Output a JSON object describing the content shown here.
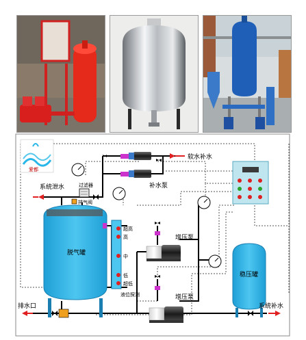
{
  "photos": {
    "photo1": "red tank and pump unit",
    "photo2": "stainless pressure tank",
    "photo3": "blue tank with two pumps"
  },
  "logo": {
    "text": "爱都"
  },
  "labels": {
    "deaerator_tank": "脱气罐",
    "stabilizer_tank": "稳压罐",
    "make_up_pump": "补水泵",
    "booster_pump_1": "增压泵",
    "booster_pump_2": "增压泵",
    "soft_water": "软水补水",
    "system_drain": "系统泄水",
    "filter": "过滤器",
    "exhaust_valve": "排气阀",
    "drain_outlet": "排水口",
    "system_makeup": "系统补水",
    "level_probe": "液位探测"
  },
  "level_marks": {
    "ultra_high": "超高",
    "high": "高",
    "mid": "中",
    "low": "低",
    "ultra_low": "超低"
  },
  "colors": {
    "tank": "#29b6e8",
    "tank_dark": "#1a8cc0",
    "pipe": "#000000",
    "valve": "#cc33cc",
    "arrow": "#e02020",
    "panel": "#bfe6ef",
    "pump": "#2a2a2a"
  }
}
